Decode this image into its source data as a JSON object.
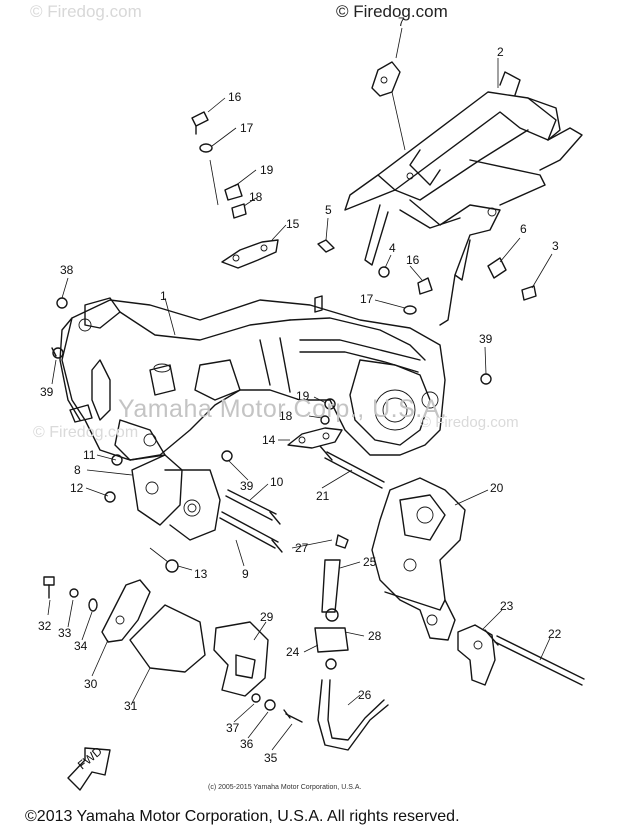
{
  "watermark": {
    "top": "© Firedog.com",
    "ghost_top": "© Firedog.com",
    "center": "Yamaha Motor Corp., U.S.A.",
    "ghost_left": "© Firedog.com",
    "ghost_right": "© Firedog.com"
  },
  "fwd_label": "FWD",
  "small_copyright": "(c) 2005-2015 Yamaha Motor Corporation, U.S.A.",
  "footer": "©2013 Yamaha Motor Corporation, U.S.A. All rights reserved.",
  "callouts": [
    "1",
    "2",
    "3",
    "4",
    "5",
    "6",
    "7",
    "8",
    "9",
    "10",
    "11",
    "12",
    "13",
    "14",
    "15",
    "16",
    "16",
    "17",
    "17",
    "18",
    "18",
    "19",
    "19",
    "20",
    "21",
    "22",
    "23",
    "24",
    "25",
    "26",
    "27",
    "28",
    "29",
    "30",
    "31",
    "32",
    "33",
    "34",
    "35",
    "36",
    "37",
    "38",
    "39",
    "39",
    "39"
  ]
}
